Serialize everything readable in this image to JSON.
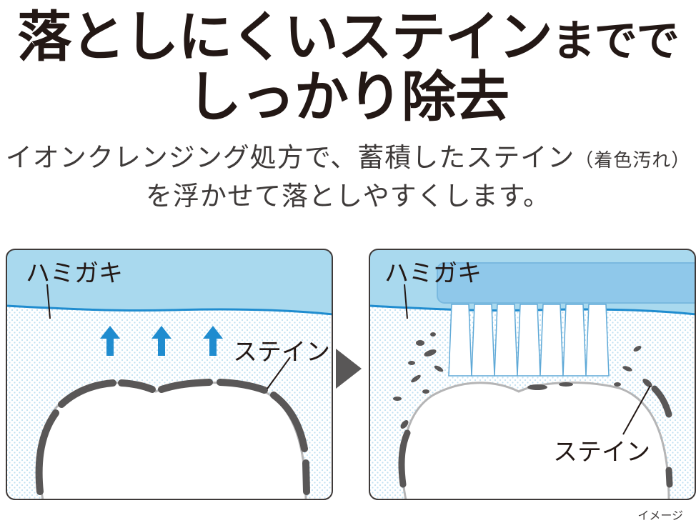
{
  "headline": {
    "line1_main": "落としにくいステイン",
    "line1_small": "までで",
    "line2": "しっかり除去"
  },
  "subline": {
    "line1_main": "イオンクレンジング処方で、蓄積したステイン",
    "line1_paren": "（着色汚れ）",
    "line2": "を浮かせて落としやすくします。"
  },
  "left_panel": {
    "paste_label": "ハミガキ",
    "stain_label": "ステイン"
  },
  "right_panel": {
    "paste_label": "ハミガキ",
    "stain_label": "ステイン"
  },
  "caption": "イメージ",
  "colors": {
    "paste_blue": "#a9d9ee",
    "dot_blue": "#bfe0f1",
    "line_blue": "#1f8ccf",
    "arrow_blue": "#1f8ccf",
    "stain_gray": "#595757",
    "next_arrow_gray": "#595757",
    "frame": "#3e3a39"
  }
}
